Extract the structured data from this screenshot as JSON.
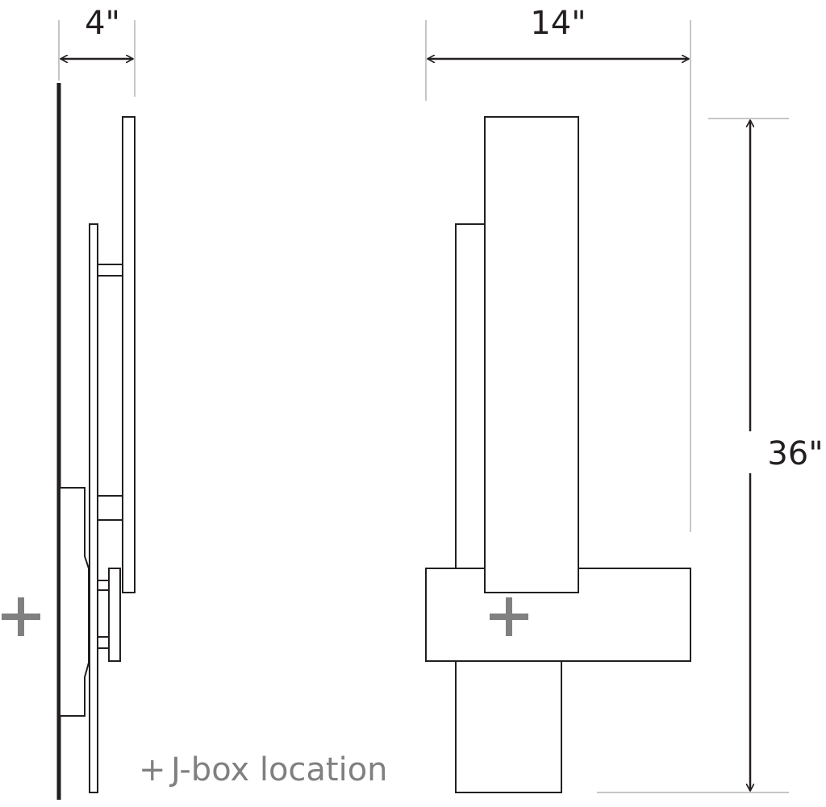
{
  "dimensions": {
    "depth_label": "4\"",
    "width_label": "14\"",
    "height_label": "36\""
  },
  "legend": {
    "symbol": "+",
    "text": "J-box location"
  },
  "colors": {
    "line": "#231f20",
    "extension": "#b3b3b3",
    "marker": "#808080"
  }
}
